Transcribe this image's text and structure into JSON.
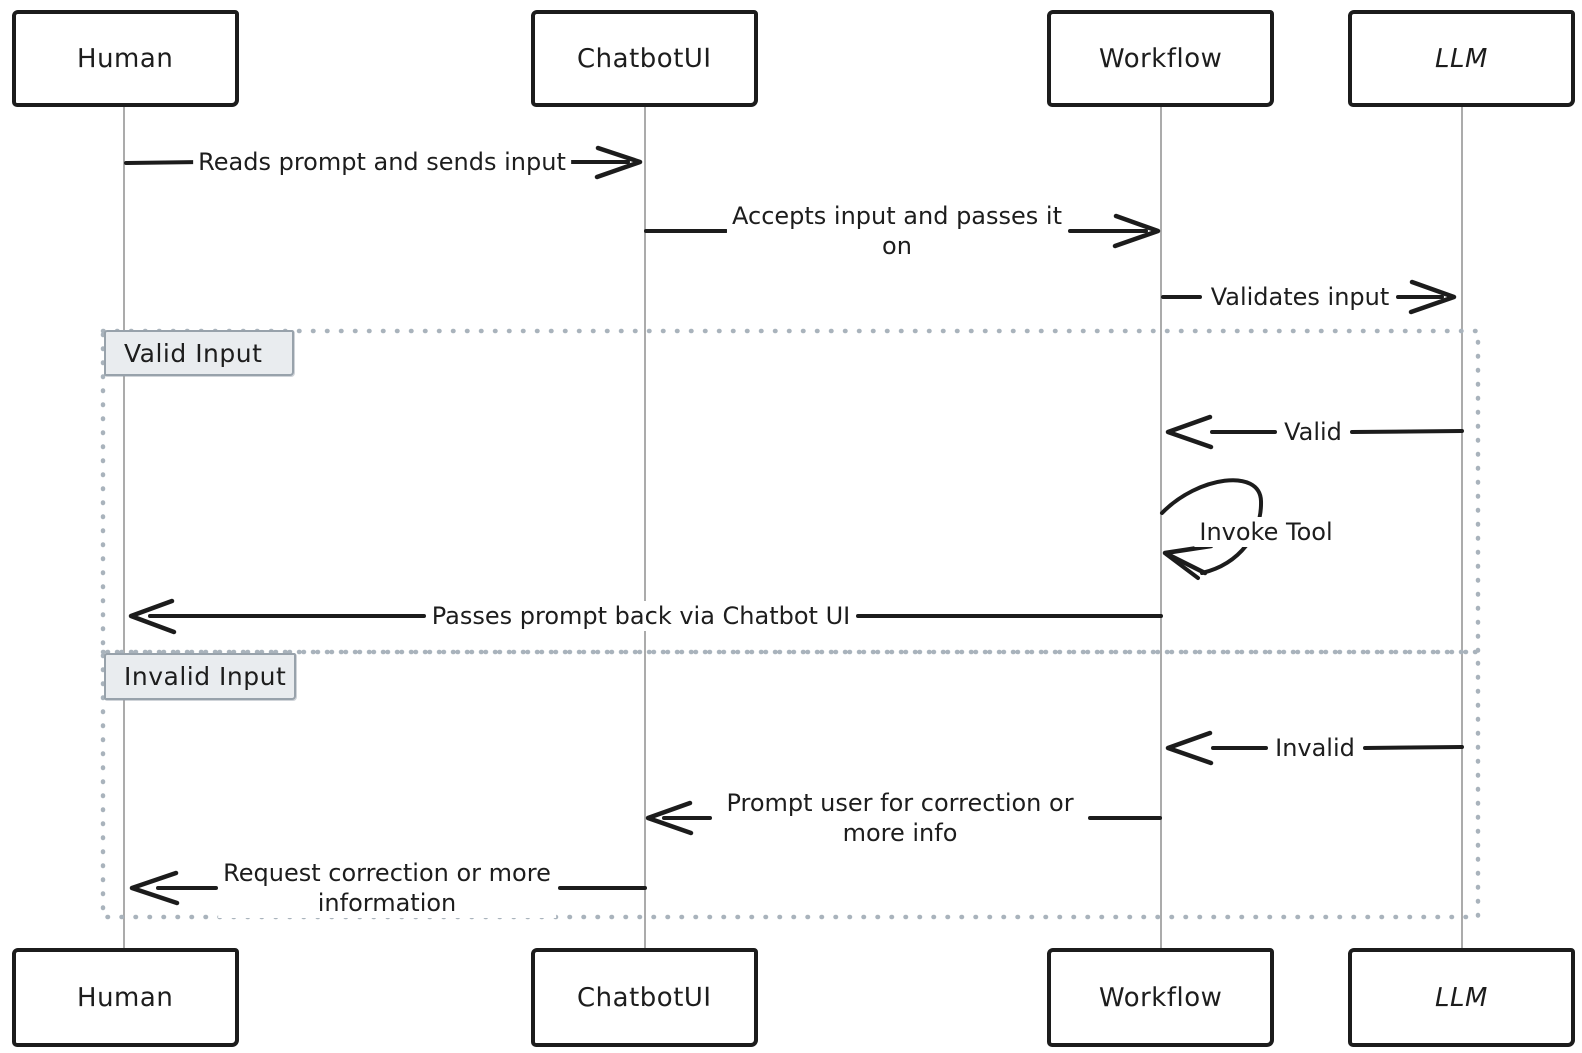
{
  "diagram_title": "",
  "actors": [
    {
      "name": "Human"
    },
    {
      "name": "ChatbotUI"
    },
    {
      "name": "Workflow"
    },
    {
      "name": "LLM"
    }
  ],
  "frames": [
    {
      "label": "Valid Input"
    },
    {
      "label": "Invalid Input"
    }
  ],
  "messages": [
    {
      "from": "Human",
      "to": "ChatbotUI",
      "lines": [
        "Reads prompt and sends input"
      ]
    },
    {
      "from": "ChatbotUI",
      "to": "Workflow",
      "lines": [
        "Accepts input and passes it",
        "on"
      ]
    },
    {
      "from": "Workflow",
      "to": "LLM",
      "lines": [
        "Validates input"
      ]
    },
    {
      "from": "LLM",
      "to": "Workflow",
      "frame": "Valid Input",
      "lines": [
        "Valid"
      ]
    },
    {
      "from": "Workflow",
      "to": "Workflow",
      "frame": "Valid Input",
      "self_message": true,
      "lines": [
        "Invoke Tool"
      ]
    },
    {
      "from": "Workflow",
      "to": "Human",
      "frame": "Valid Input",
      "lines": [
        "Passes prompt back via Chatbot UI"
      ]
    },
    {
      "from": "LLM",
      "to": "Workflow",
      "frame": "Invalid Input",
      "lines": [
        "Invalid"
      ]
    },
    {
      "from": "Workflow",
      "to": "ChatbotUI",
      "frame": "Invalid Input",
      "lines": [
        "Prompt user for correction or",
        "more info"
      ]
    },
    {
      "from": "ChatbotUI",
      "to": "Human",
      "frame": "Invalid Input",
      "lines": [
        "Request correction or more",
        "information"
      ]
    }
  ],
  "colors": {
    "stroke": "#1c1c1c",
    "lifeline": "#ababab",
    "frame_dots": "#a9b3bc",
    "frame_label_bg": "#e9ecef",
    "frame_label_border": "#98a2ab",
    "text": "#1d1d1d",
    "background": "#ffffff"
  }
}
